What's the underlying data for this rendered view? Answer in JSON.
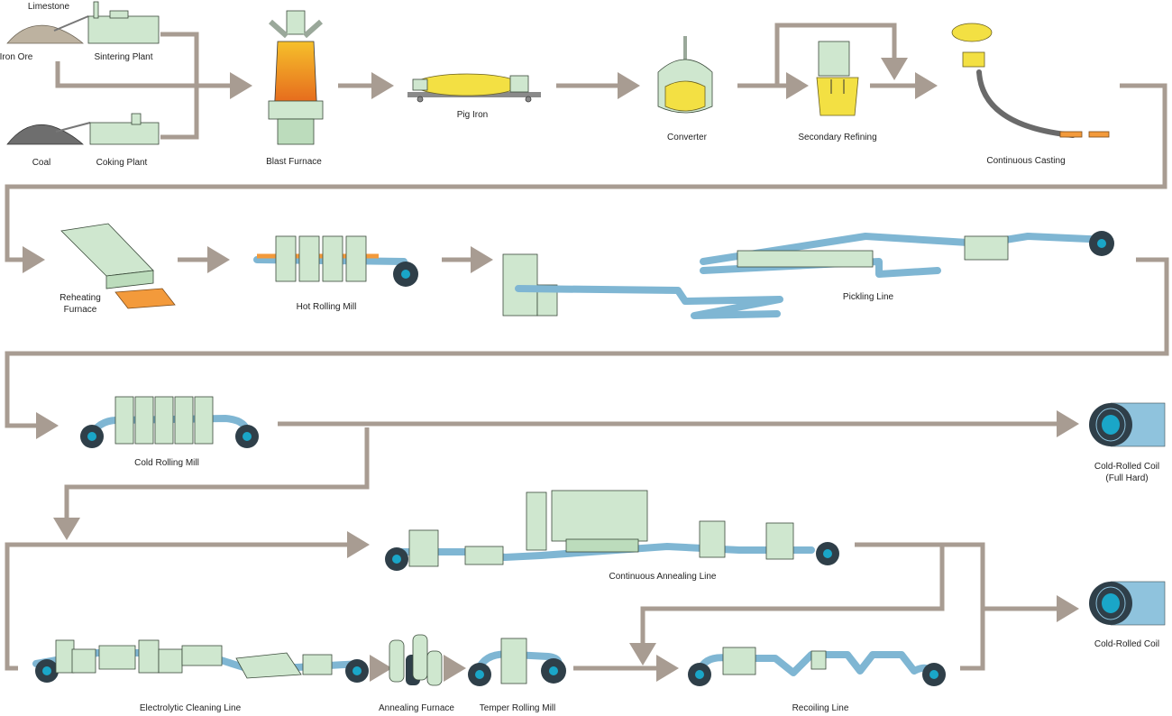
{
  "title": "",
  "labels": {
    "limestone": "Limestone",
    "iron_ore": "Iron Ore",
    "sintering_plant": "Sintering Plant",
    "coal": "Coal",
    "coking_plant": "Coking Plant",
    "blast_furnace": "Blast Furnace",
    "pig_iron": "Pig Iron",
    "converter": "Converter",
    "secondary_refining": "Secondary Refining",
    "continuous_casting": "Continuous Casting",
    "reheating_furnace_1": "Reheating",
    "reheating_furnace_2": "Furnace",
    "hot_rolling_mill": "Hot Rolling Mill",
    "pickling_line": "Pickling Line",
    "cold_rolling_mill": "Cold Rolling Mill",
    "cold_rolled_coil_full_hard_1": "Cold-Rolled Coil",
    "cold_rolled_coil_full_hard_2": "(Full Hard)",
    "continuous_annealing_line": "Continuous Annealing Line",
    "cold_rolled_coil": "Cold-Rolled Coil",
    "electrolytic_cleaning_line": "Electrolytic Cleaning Line",
    "annealing_furnace": "Annealing Furnace",
    "temper_rolling_mill": "Temper Rolling Mill",
    "recoiling_line": "Recoiling Line"
  },
  "colors": {
    "flow_arrow": "#a89c92",
    "machine": "#cfe7cf",
    "strip": "#7fb6d3",
    "coil_core": "#1aa6c8",
    "hot_steel": "#f39a3b",
    "molten": "#f3e043"
  },
  "icons": [
    "raw-material-pile-icon",
    "blast-furnace-icon",
    "torpedo-car-icon",
    "converter-icon",
    "ladle-icon",
    "caster-icon",
    "rolling-stand-icon",
    "steel-coil-icon"
  ]
}
